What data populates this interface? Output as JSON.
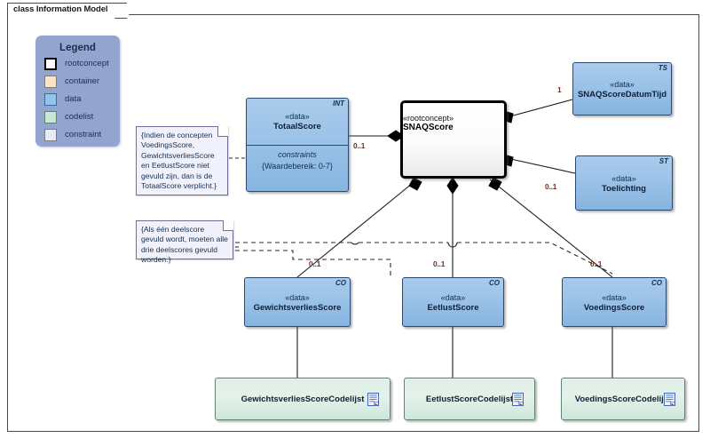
{
  "diagram": {
    "frame_label": "class Information Model",
    "colors": {
      "data_fill": "#9cc3e8",
      "codelist_fill": "#d8ecdf",
      "container_fill": "#fbe3c8",
      "constraint_fill": "#e6e9f7",
      "rootconcept_fill": "#ffffff",
      "legend_fill": "#93a5ce",
      "multiplicity_text": "#7a2b1c"
    }
  },
  "legend": {
    "title": "Legend",
    "items": [
      {
        "label": "rootconcept",
        "swatch": "sw-root"
      },
      {
        "label": "container",
        "swatch": "sw-container"
      },
      {
        "label": "data",
        "swatch": "sw-data"
      },
      {
        "label": "codelist",
        "swatch": "sw-codelist"
      },
      {
        "label": "constraint",
        "swatch": "sw-constraint"
      }
    ]
  },
  "classes": {
    "totaalscore": {
      "tag": "INT",
      "stereotype": "«data»",
      "name": "TotaalScore",
      "compartment_label": "constraints",
      "compartment_value": "{Waardebereik: 0-7}"
    },
    "snaqscore": {
      "stereotype": "«rootconcept»",
      "name": "SNAQScore"
    },
    "snaqscoredatumtijd": {
      "tag": "TS",
      "stereotype": "«data»",
      "name": "SNAQScoreDatumTijd"
    },
    "toelichting": {
      "tag": "ST",
      "stereotype": "«data»",
      "name": "Toelichting"
    },
    "gewichtsverliesscore": {
      "tag": "CO",
      "stereotype": "«data»",
      "name": "GewichtsverliesScore"
    },
    "eetlustscore": {
      "tag": "CO",
      "stereotype": "«data»",
      "name": "EetlustScore"
    },
    "voedingsscore": {
      "tag": "CO",
      "stereotype": "«data»",
      "name": "VoedingsScore"
    }
  },
  "codelists": [
    {
      "name": "GewichtsverliesScoreCodelijst",
      "icon": "document-icon"
    },
    {
      "name": "EetlustScoreCodelijst",
      "icon": "document-icon"
    },
    {
      "name": "VoedingsScoreCodelijst",
      "icon": "document-icon"
    }
  ],
  "notes": {
    "totaalscore_note": "{Indien de concepten VoedingsScore, GewichtsverliesScore en EetlustScore niet gevuld zijn, dan is de TotaalScore verplicht.}",
    "deelscore_note": "{Als één deelscore gevuld wordt, moeten alle drie deelscores gevuld worden.}"
  },
  "multiplicities": {
    "totaalscore": "0..1",
    "datumtijd": "1",
    "toelichting": "0..1",
    "gewichtsverliesscore": "0..1",
    "eetlustscore": "0..1",
    "voedingsscore": "0..1"
  }
}
